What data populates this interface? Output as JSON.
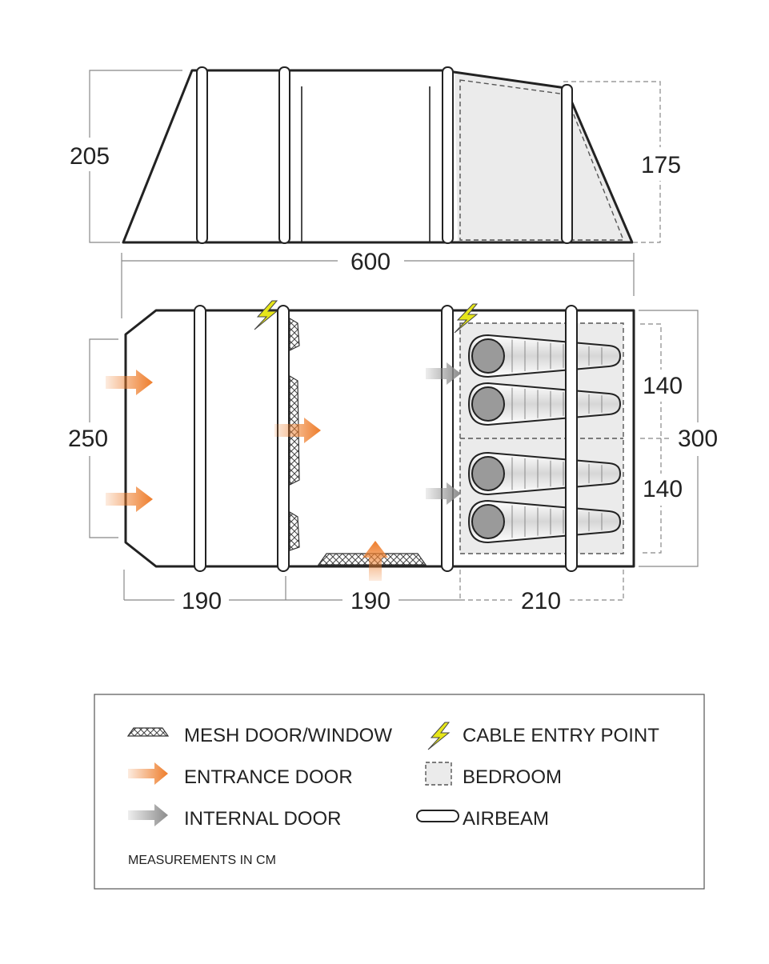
{
  "dimensions": {
    "height_main": "205",
    "height_rear": "175",
    "total_length": "600",
    "width_front": "250",
    "width_total": "300",
    "bedroom_top_width": "140",
    "bedroom_bottom_width": "140",
    "front_section_length": "190",
    "middle_section_length": "190",
    "bedroom_length": "210"
  },
  "legend": {
    "mesh": "MESH DOOR/WINDOW",
    "entrance": "ENTRANCE DOOR",
    "internal": "INTERNAL DOOR",
    "cable": "CABLE ENTRY POINT",
    "bedroom": "BEDROOM",
    "airbeam": "AIRBEAM",
    "note": "MEASUREMENTS IN CM"
  },
  "colors": {
    "outline": "#222222",
    "entrance_arrow": "#ee7d2b",
    "internal_arrow": "#8c8c8c",
    "cable_bolt": "#e6e619",
    "bedroom_fill": "#ebebeb"
  },
  "icons": {
    "mesh": "mesh-pattern-icon",
    "entrance": "orange-arrow-icon",
    "internal": "grey-arrow-icon",
    "cable": "lightning-bolt-icon",
    "bedroom": "dashed-square-icon",
    "airbeam": "capsule-icon"
  }
}
